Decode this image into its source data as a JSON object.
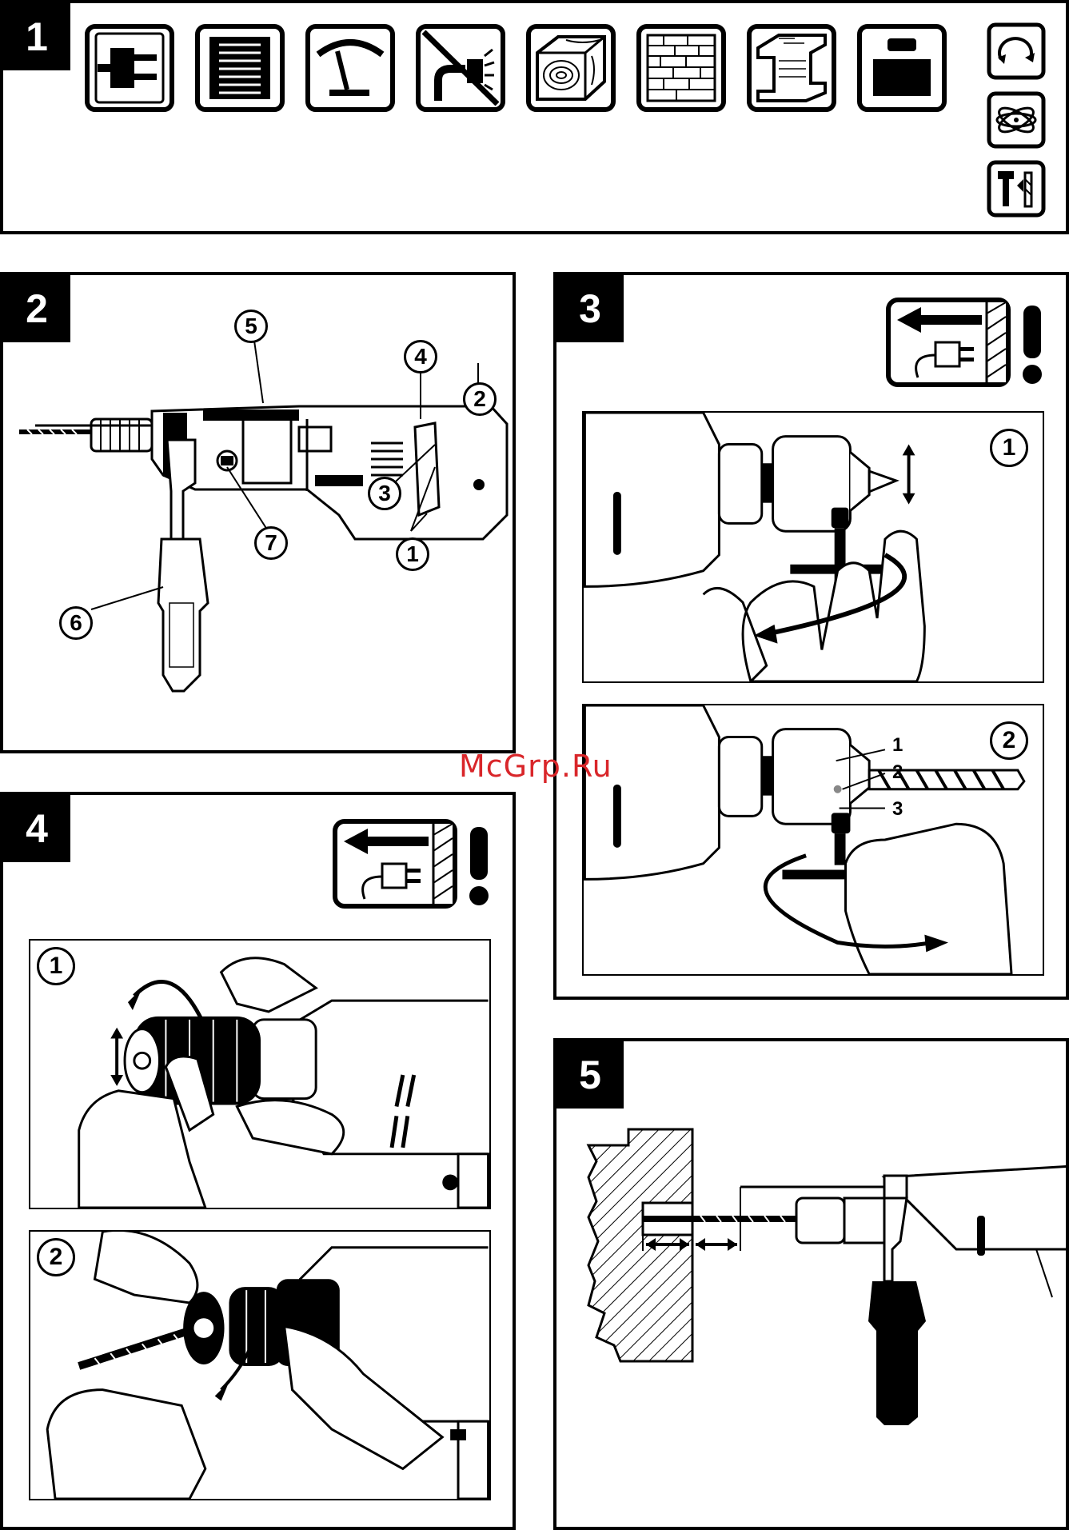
{
  "panels": {
    "p1": {
      "number": "1"
    },
    "p2": {
      "number": "2"
    },
    "p3": {
      "number": "3"
    },
    "p4": {
      "number": "4"
    },
    "p5": {
      "number": "5"
    }
  },
  "spec_icons": [
    {
      "name": "plug-icon"
    },
    {
      "name": "motor-icon"
    },
    {
      "name": "speed-gauge-icon"
    },
    {
      "name": "no-hammer-icon"
    },
    {
      "name": "wood-icon"
    },
    {
      "name": "masonry-icon"
    },
    {
      "name": "steel-beam-icon"
    },
    {
      "name": "weight-icon"
    },
    {
      "name": "rotation-icon"
    },
    {
      "name": "vibration-icon"
    },
    {
      "name": "hammer-drill-icon"
    }
  ],
  "drill_callouts": [
    "1",
    "2",
    "3",
    "4",
    "5",
    "6",
    "7"
  ],
  "panel3": {
    "step1": "1",
    "step2": "2",
    "chuck_labels": [
      "1",
      "2",
      "3"
    ]
  },
  "panel4": {
    "step1": "1",
    "step2": "2"
  },
  "watermark": "McGrp.Ru"
}
